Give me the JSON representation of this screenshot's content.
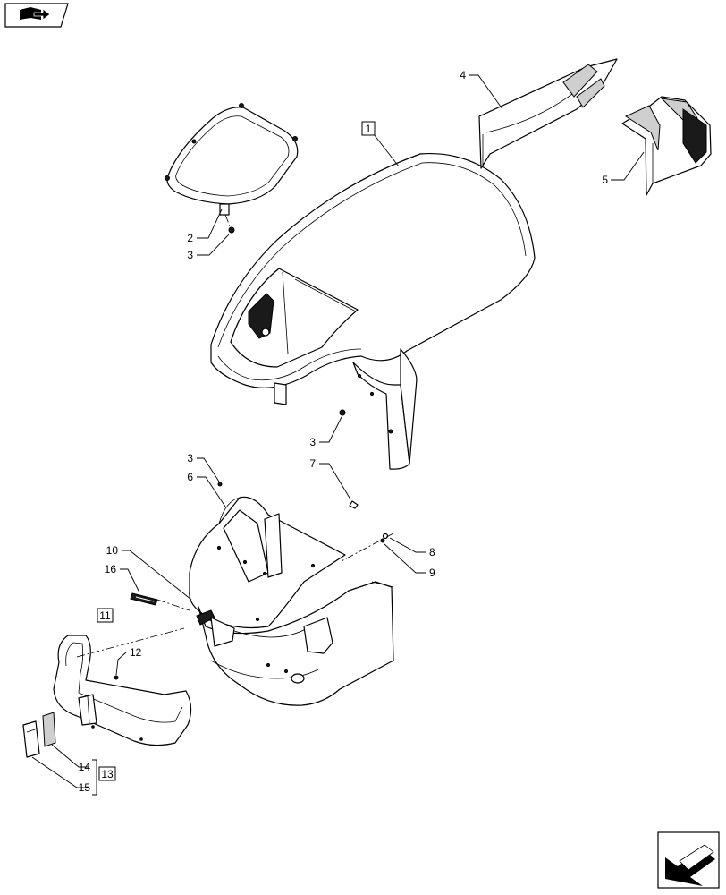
{
  "callouts": {
    "c1": "1",
    "c2": "2",
    "c3a": "3",
    "c3b": "3",
    "c3c": "3",
    "c4": "4",
    "c5": "5",
    "c6": "6",
    "c7": "7",
    "c8": "8",
    "c9": "9",
    "c10": "10",
    "c11": "11",
    "c12": "12",
    "c13": "13",
    "c14": "14",
    "c15": "15",
    "c16": "16"
  },
  "icons": {
    "top_left": "book-arrow-icon",
    "bottom_right": "next-page-arrow-icon"
  }
}
